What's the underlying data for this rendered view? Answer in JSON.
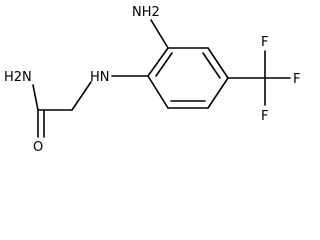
{
  "molecule": {
    "labels": {
      "amine": "NH2",
      "amide_amine": "H2N",
      "secondary_amine": "HN",
      "carbonyl_oxygen": "O",
      "fluorine": "F"
    },
    "colors": {
      "bond": "#000000",
      "text": "#000000",
      "background": "#ffffff"
    }
  }
}
